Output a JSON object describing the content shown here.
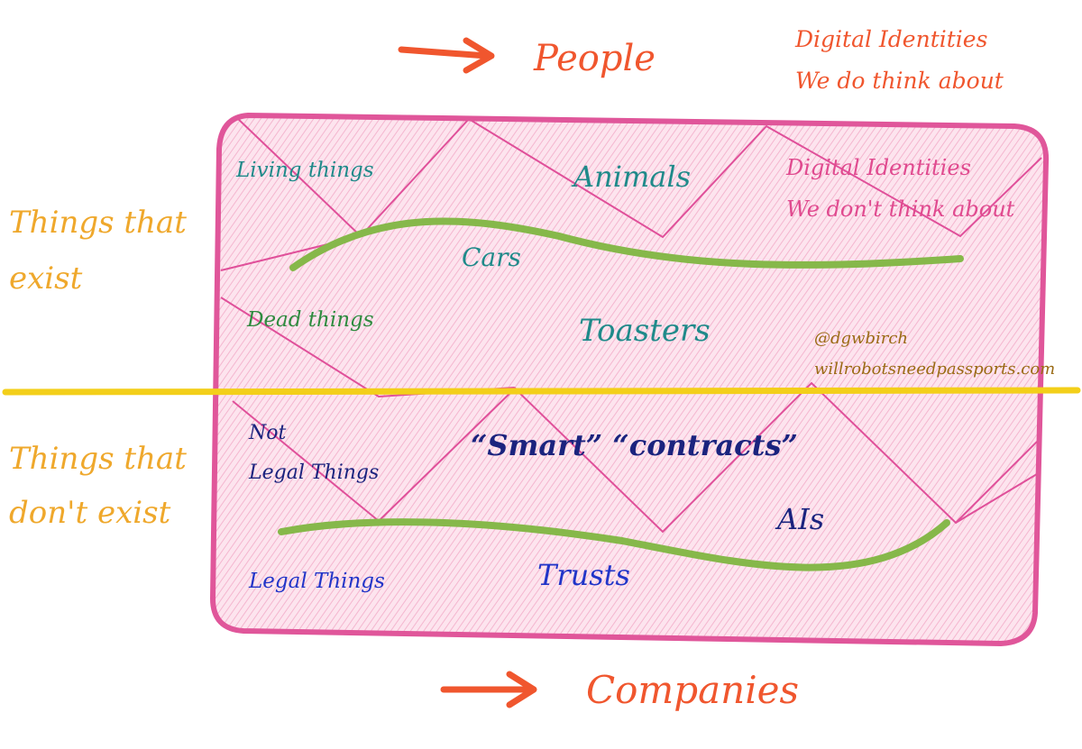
{
  "colors": {
    "card_border": "#e0569a",
    "card_fill": "#fbe0ea",
    "zigzag": "#e0509a",
    "divider": "#f3cf1a",
    "curve": "#86b84a",
    "arrow": "#f0562e"
  },
  "top": {
    "people_label": "People",
    "digital_identities_line1": "Digital Identities",
    "digital_identities_line2": "We do think about"
  },
  "left": {
    "exist_line1": "Things that",
    "exist_line2": "exist",
    "not_exist_line1": "Things that",
    "not_exist_line2": "don't exist"
  },
  "card": {
    "living_things": "Living things",
    "animals": "Animals",
    "dont_think_line1": "Digital Identities",
    "dont_think_line2": "We don't think about",
    "cars": "Cars",
    "dead_things": "Dead things",
    "toasters": "Toasters",
    "handle": "@dgwbirch",
    "website": "willrobotsneedpassports.com",
    "not_legal_line1": "Not",
    "not_legal_line2": "Legal Things",
    "smart_contracts": "“Smart” “contracts”",
    "ais": "AIs",
    "legal_things": "Legal Things",
    "trusts": "Trusts"
  },
  "bottom": {
    "companies_label": "Companies"
  },
  "icons": {
    "arrows": "right-arrow-icon"
  }
}
